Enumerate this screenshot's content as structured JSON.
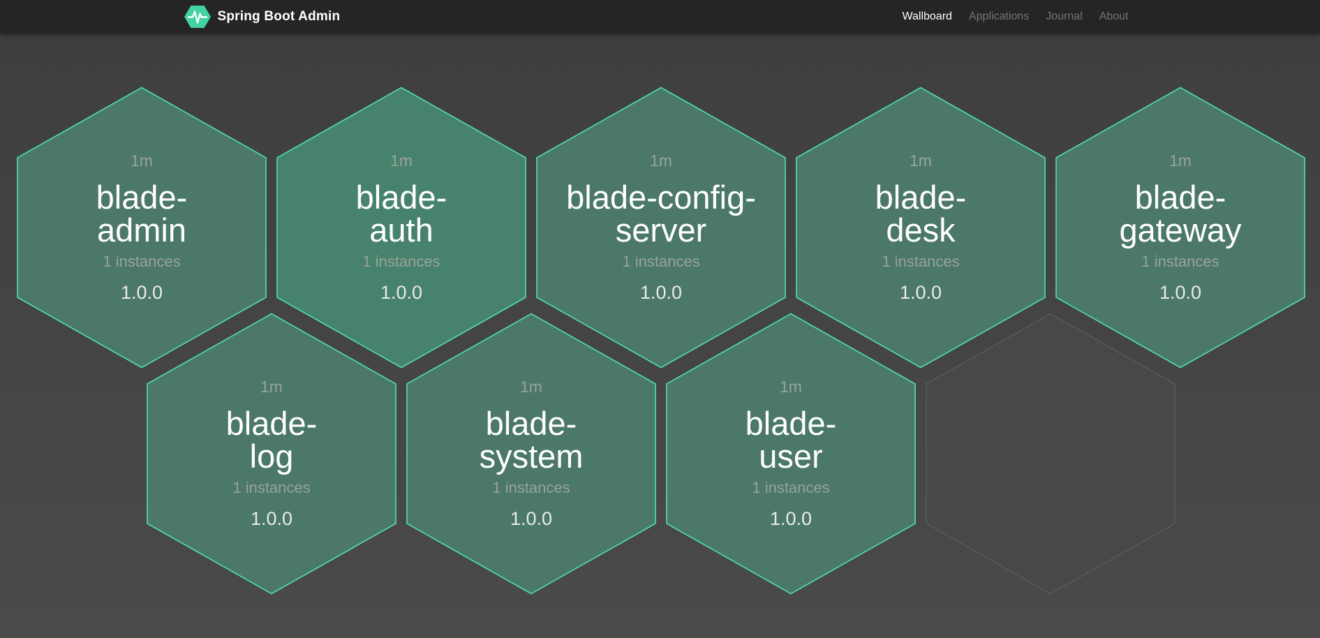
{
  "header": {
    "title": "Spring Boot Admin",
    "logo_icon": "hexagon-pulse-icon",
    "nav": [
      {
        "label": "Wallboard",
        "active": true
      },
      {
        "label": "Applications",
        "active": false
      },
      {
        "label": "Journal",
        "active": false
      },
      {
        "label": "About",
        "active": false
      }
    ]
  },
  "colors": {
    "accent": "#42d3a4",
    "header_bg": "#252525",
    "background": "#454545",
    "hex_border": "#4fdba6",
    "hex_fill": "#4b7869",
    "hex_fill_highlight": "#47826c",
    "ghost_border": "#5e5e5e",
    "ghost_fill": "#484848",
    "muted_text": "#98a39c",
    "name_text": "#ffffff",
    "version_text": "#e9ebe9"
  },
  "wallboard": {
    "apps": [
      {
        "name": "blade-admin",
        "name_lines": [
          "blade-",
          "admin"
        ],
        "uptime": "1m",
        "instances": "1 instances",
        "version": "1.0.0",
        "highlight": false
      },
      {
        "name": "blade-auth",
        "name_lines": [
          "blade-",
          "auth"
        ],
        "uptime": "1m",
        "instances": "1 instances",
        "version": "1.0.0",
        "highlight": true
      },
      {
        "name": "blade-config-server",
        "name_lines": [
          "blade-config-",
          "server"
        ],
        "uptime": "1m",
        "instances": "1 instances",
        "version": "1.0.0",
        "highlight": false
      },
      {
        "name": "blade-desk",
        "name_lines": [
          "blade-",
          "desk"
        ],
        "uptime": "1m",
        "instances": "1 instances",
        "version": "1.0.0",
        "highlight": false
      },
      {
        "name": "blade-gateway",
        "name_lines": [
          "blade-",
          "gateway"
        ],
        "uptime": "1m",
        "instances": "1 instances",
        "version": "1.0.0",
        "highlight": false
      },
      {
        "name": "blade-log",
        "name_lines": [
          "blade-",
          "log"
        ],
        "uptime": "1m",
        "instances": "1 instances",
        "version": "1.0.0",
        "highlight": false
      },
      {
        "name": "blade-system",
        "name_lines": [
          "blade-",
          "system"
        ],
        "uptime": "1m",
        "instances": "1 instances",
        "version": "1.0.0",
        "highlight": false
      },
      {
        "name": "blade-user",
        "name_lines": [
          "blade-",
          "user"
        ],
        "uptime": "1m",
        "instances": "1 instances",
        "version": "1.0.0",
        "highlight": false
      }
    ],
    "empty_slots": 1
  }
}
